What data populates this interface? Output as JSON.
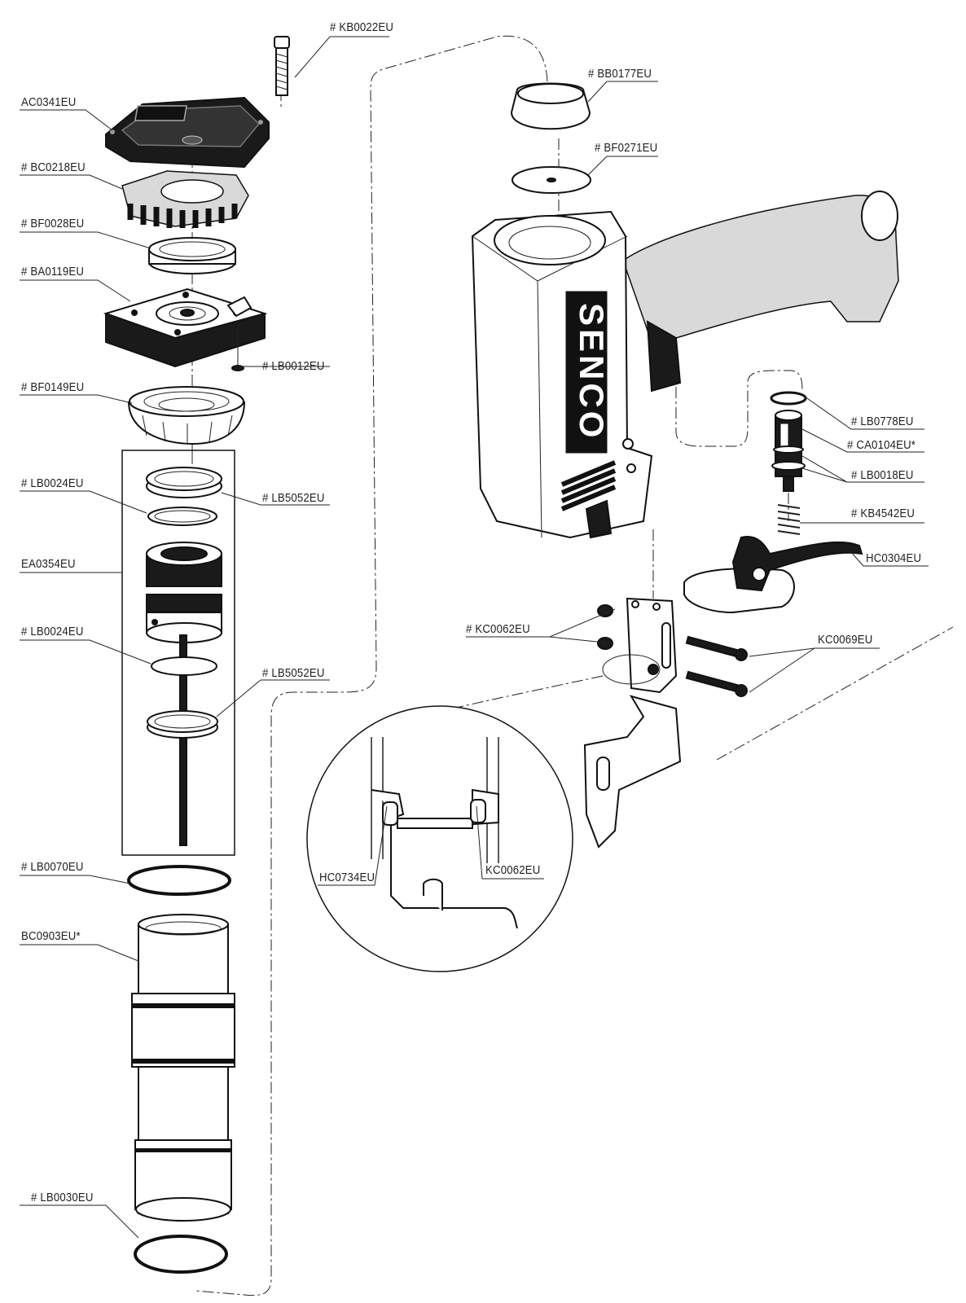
{
  "brand": "SENCO",
  "parts": {
    "KB0022EU": "# KB0022EU",
    "AC0341EU": "AC0341EU",
    "BC0218EU": "# BC0218EU",
    "BF0028EU": "# BF0028EU",
    "BA0119EU": "# BA0119EU",
    "LB0012EU": "# LB0012EU",
    "BF0149EU": "# BF0149EU",
    "LB0024EU_a": "# LB0024EU",
    "LB5052EU_a": "# LB5052EU",
    "EA0354EU": "EA0354EU",
    "LB0024EU_b": "# LB0024EU",
    "LB5052EU_b": "# LB5052EU",
    "LB0070EU": "# LB0070EU",
    "BC0903EU": "BC0903EU*",
    "LB0030EU": "# LB0030EU",
    "BB0177EU": "# BB0177EU",
    "BF0271EU": "# BF0271EU",
    "LB0778EU": "# LB0778EU",
    "CA0104EU": "# CA0104EU*",
    "LB0018EU": "# LB0018EU",
    "KB4542EU": "# KB4542EU",
    "HC0304EU": "HC0304EU",
    "KC0062EU": "# KC0062EU",
    "KC0069EU": "KC0069EU",
    "HC0734EU": "HC0734EU",
    "KC0062EU_detail": "KC0062EU"
  }
}
